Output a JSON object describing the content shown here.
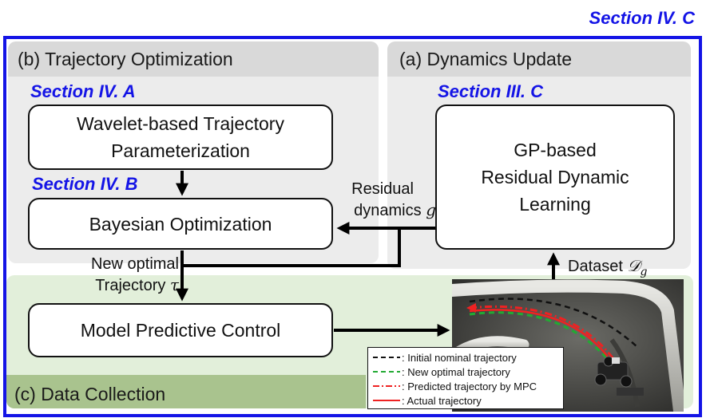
{
  "outer_section": "Section IV. C",
  "panels": {
    "b": {
      "title": "(b) Trajectory Optimization"
    },
    "a": {
      "title": "(a) Dynamics Update"
    },
    "c": {
      "title": "(c) Data Collection"
    }
  },
  "sections": {
    "iva": "Section IV. A",
    "ivb": "Section IV. B",
    "iiic": "Section III. C"
  },
  "boxes": {
    "wavelet": {
      "line1": "Wavelet-based Trajectory",
      "line2": "Parameterization"
    },
    "bayesian": "Bayesian Optimization",
    "gp": {
      "line1": "GP-based",
      "line2": "Residual Dynamic",
      "line3": "Learning"
    },
    "mpc": "Model Predictive Control"
  },
  "labels": {
    "residual_line1": "Residual",
    "residual_line2": "dynamics",
    "residual_symbol": "g",
    "new_optimal_line1": "New optimal",
    "new_optimal_line2": "Trajectory",
    "tau_symbol": "τ",
    "dataset": "Dataset",
    "dataset_symbol": "𝒟",
    "dataset_sub": "g"
  },
  "legend": [
    {
      "text": ": Initial nominal trajectory",
      "color": "#111111",
      "style": "dashed"
    },
    {
      "text": ": New optimal trajectory",
      "color": "#22aa33",
      "style": "dashed"
    },
    {
      "text": ": Predicted trajectory by MPC",
      "color": "#ee2222",
      "style": "dashdot"
    },
    {
      "text": ": Actual trajectory",
      "color": "#ee2222",
      "style": "solid"
    }
  ],
  "colors": {
    "blue_frame": "#1414e6",
    "panel_gray": "#ececec",
    "panel_header": "#d9d9d9",
    "panel_green": "#e2efda",
    "data_header": "#a9c38e"
  }
}
